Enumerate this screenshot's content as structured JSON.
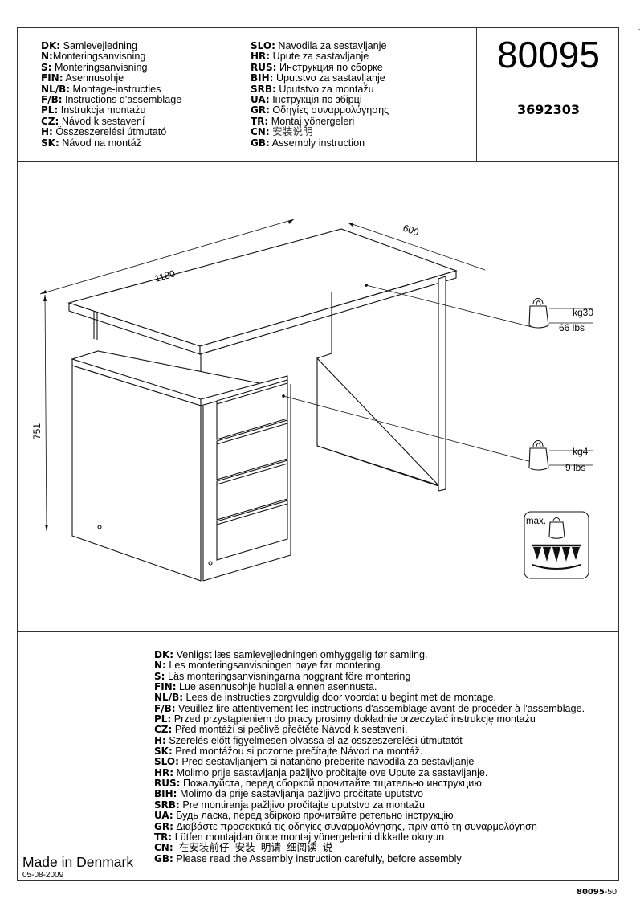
{
  "header": {
    "titles_left": [
      {
        "code": "DK:",
        "text": "Samlevejledning"
      },
      {
        "code": "N:",
        "text": "Monteringsanvisning"
      },
      {
        "code": "S:",
        "text": "Monteringsanvisning"
      },
      {
        "code": "FIN:",
        "text": "Asennusohje"
      },
      {
        "code": "NL/B:",
        "text": "Montage-instructies"
      },
      {
        "code": "F/B:",
        "text": "Instructions d'assemblage"
      },
      {
        "code": "PL:",
        "text": "Instrukcja montażu"
      },
      {
        "code": "CZ:",
        "text": "Návod k sestavení"
      },
      {
        "code": "H:",
        "text": "Összeszerelési útmutató"
      },
      {
        "code": "SK:",
        "text": "Návod na montáž"
      }
    ],
    "titles_right": [
      {
        "code": "SLO:",
        "text": "Navodila za sestavljanje"
      },
      {
        "code": "HR:",
        "text": "Upute za sastavljanje"
      },
      {
        "code": "RUS:",
        "text": "Инструкция по сборке"
      },
      {
        "code": "BIH:",
        "text": "Uputstvo za sastavljanje"
      },
      {
        "code": "SRB:",
        "text": "Uputstvo za montažu"
      },
      {
        "code": "UA:",
        "text": "Інструкція по збірці"
      },
      {
        "code": "GR:",
        "text": "Οδηγίες συναρμολόγησης"
      },
      {
        "code": "TR:",
        "text": "Montaj yönergeleri"
      },
      {
        "code": "CN:",
        "text": "安装说明"
      },
      {
        "code": "GB:",
        "text": "Assembly instruction"
      }
    ],
    "model_number": "80095",
    "article_number": "3692303"
  },
  "diagram": {
    "width_label": "1180",
    "depth_label": "600",
    "height_label": "751",
    "tabletop_load": {
      "kg": "kg30",
      "lbs": "66 lbs"
    },
    "drawer_load": {
      "kg": "kg4",
      "lbs": "9 lbs"
    },
    "max_load_icon_label": "max."
  },
  "notes": [
    {
      "code": "DK:",
      "text": "Venligst læs samlevejledningen omhyggelig før samling."
    },
    {
      "code": "N:",
      "text": "Les monteringsanvisningen nøye før montering."
    },
    {
      "code": "S:",
      "text": "Läs monteringsanvisningarna noggrant före montering"
    },
    {
      "code": "FIN:",
      "text": "Lue asennusohje huolella ennen asennusta."
    },
    {
      "code": "NL/B:",
      "text": "Lees de instructies zorgvuldig door voordat u begint met de montage."
    },
    {
      "code": "F/B:",
      "text": "Veuillez lire attentivement les instructions d'assemblage avant de procéder à l'assemblage."
    },
    {
      "code": "PL:",
      "text": "Przed przystąpieniem do pracy prosimy dokładnie przeczytać instrukcję montażu"
    },
    {
      "code": "CZ:",
      "text": "Před montáží si pečlivě přečtěte Návod k sestavení."
    },
    {
      "code": "H:",
      "text": "Szerelés előtt figyelmesen olvassa el az összeszerelési útmutatót"
    },
    {
      "code": "SK:",
      "text": "Pred montážou si pozorne prečítajte Návod na montáž."
    },
    {
      "code": "SLO:",
      "text": "Pred sestavljanjem si natančno preberite navodila za sestavljanje"
    },
    {
      "code": "HR:",
      "text": "Molimo prije sastavljanja pažljivo pročitajte ove Upute za sastavljanje."
    },
    {
      "code": "RUS:",
      "text": "Пожалуйста, перед сборкой прочитайте тщательно инструкцию"
    },
    {
      "code": "BIH:",
      "text": "Molimo da prije sastavljanja pažljivo pročitate uputstvo"
    },
    {
      "code": "SRB:",
      "text": "Pre montiranja pažljivo pročitajte uputstvo za montažu"
    },
    {
      "code": "UA:",
      "text": "Будь ласка, перед збіркою прочитайте ретельно інструкцію"
    },
    {
      "code": "GR:",
      "text": "Διαβάστε προσεκτικά τις οδηγίες συναρμολόγησης, πριν από τη συναρμολόγηση"
    },
    {
      "code": "TR:",
      "text": "Lütfen montajdan önce montaj yönergelerini dikkatle okuyun"
    },
    {
      "code": "CN:",
      "text": "  在安装前仔  安装  明请  细阅读  说"
    },
    {
      "code": "GB:",
      "text": "Please read the Assembly instruction carefully, before assembly"
    }
  ],
  "footer": {
    "made_in": "Made in Denmark",
    "date": "05-08-2009",
    "page_ref_bold": "80095",
    "page_ref_suffix": "-50"
  }
}
